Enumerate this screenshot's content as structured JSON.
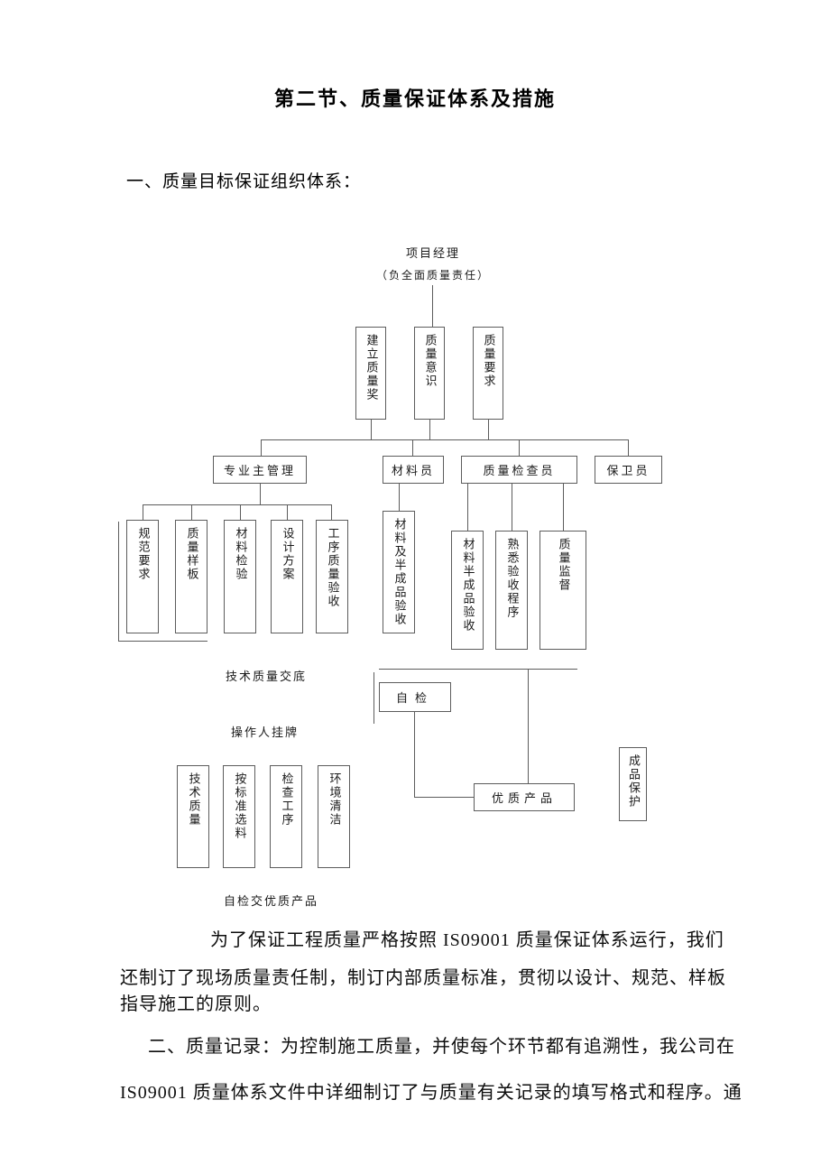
{
  "doc": {
    "title": "第二节、质量保证体系及措施",
    "heading": "一、质量目标保证组织体系：",
    "para1_lines": [
      "为了保证工程质量严格按照 IS09001 质量保证体系运行，我们",
      "还制订了现场质量责任制，制订内部质量标准，贯彻以设计、规范、样板",
      "指导施工的原则。"
    ],
    "para2_lines": [
      "二、质量记录：为控制施工质量，并使每个环节都有追溯性，我公司在",
      "IS09001 质量体系文件中详细制订了与质量有关记录的填写格式和程序。通"
    ]
  },
  "chart": {
    "root": "项目经理",
    "root_subtitle": "（负全面质量责任）",
    "duties": [
      "建立质量奖",
      "质量意识",
      "质量要求"
    ],
    "roles": [
      "专业主管理",
      "材料员",
      "质量检查员",
      "保卫员"
    ],
    "specialist_items": [
      "规范要求",
      "质量样板",
      "材料检验",
      "设计方案",
      "工序质量验收"
    ],
    "material_items": [
      "材料及半成品验收"
    ],
    "inspector_items": [
      "材料半成品验收",
      "熟悉验收程序",
      "质量监督"
    ],
    "step_labels": [
      "技术质量交底",
      "操作人挂牌",
      "自检交优质产品"
    ],
    "self_check": "自检",
    "operation_items": [
      "技术质量",
      "按标准选料",
      "检查工序",
      "环境清洁"
    ],
    "result": "优质产品",
    "protection": "成品保护"
  }
}
